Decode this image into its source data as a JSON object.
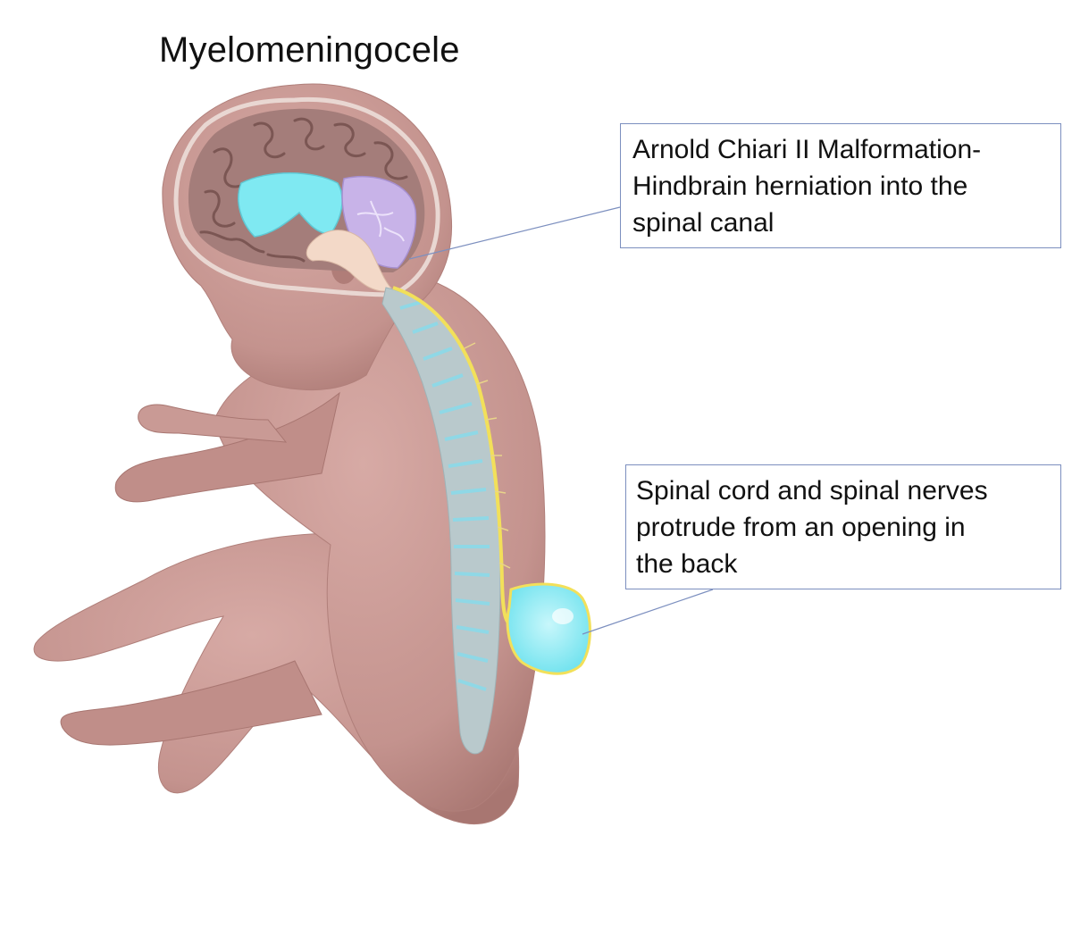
{
  "title": "Myelomeningocele",
  "callouts": [
    {
      "lines": [
        "Arnold Chiari II Malformation-",
        "Hindbrain herniation into the",
        "spinal canal"
      ]
    },
    {
      "lines": [
        "Spinal cord and spinal nerves",
        "protrude from an opening in",
        "the back"
      ]
    }
  ],
  "colors": {
    "skin": "#c99a95",
    "skin_shadow": "#a97874",
    "brain": "#a67f7c",
    "csf": "#7fe9f2",
    "cerebellum": "#c8b3e8",
    "spinal_cord": "#f2e05a",
    "vertebrae": "#b9c9cc",
    "callout_border": "#7c8fbf"
  }
}
